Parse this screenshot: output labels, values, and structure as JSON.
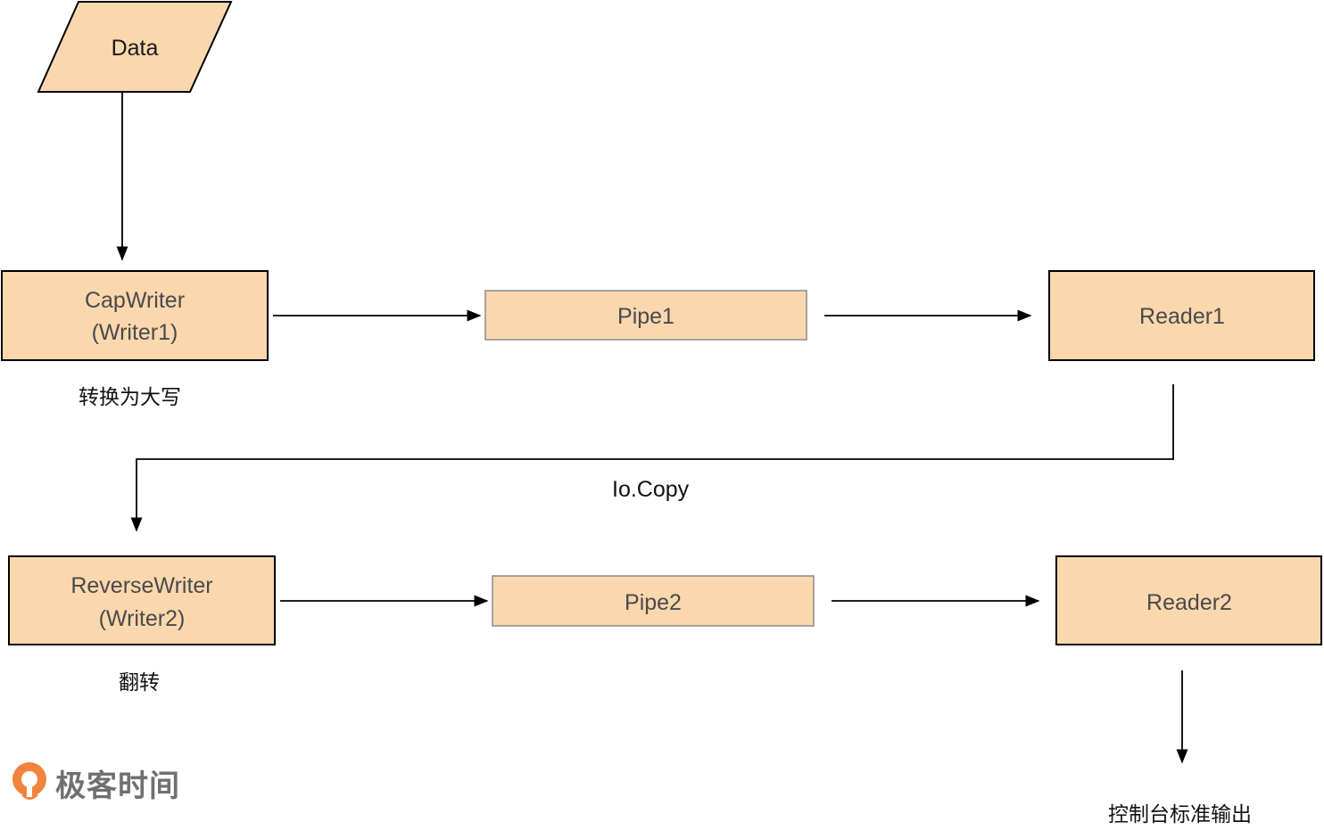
{
  "nodes": {
    "data": {
      "label": "Data"
    },
    "capwriter": {
      "line1": "CapWriter",
      "line2": "(Writer1)"
    },
    "pipe1": {
      "label": "Pipe1"
    },
    "reader1": {
      "label": "Reader1"
    },
    "reversewriter": {
      "line1": "ReverseWriter",
      "line2": "(Writer2)"
    },
    "pipe2": {
      "label": "Pipe2"
    },
    "reader2": {
      "label": "Reader2"
    }
  },
  "annotations": {
    "capwriter_note": "转换为大写",
    "reversewriter_note": "翻转",
    "io_copy": "Io.Copy",
    "output": "控制台标准输出"
  },
  "logo": {
    "text": "极客时间"
  },
  "colors": {
    "node_fill": "#fad7ad",
    "stroke": "#000000",
    "logo_orange": "#f0843c"
  }
}
